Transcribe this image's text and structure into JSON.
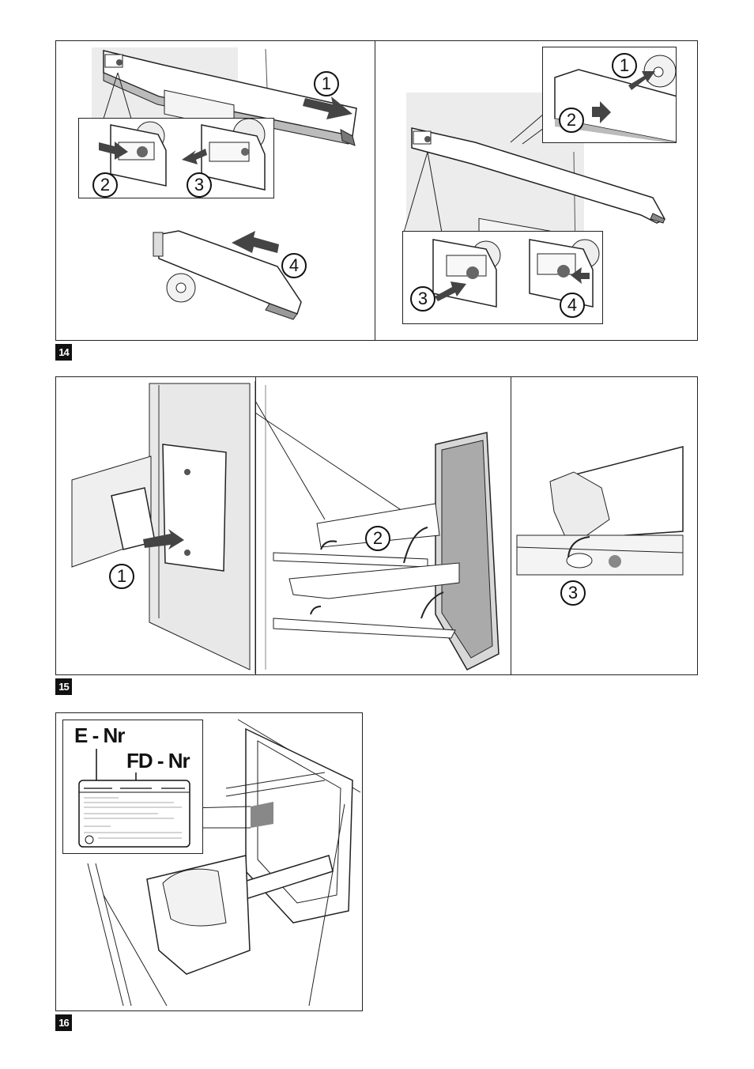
{
  "figures": [
    {
      "id": "fig14",
      "badge": "14",
      "steps_left": [
        "1",
        "2",
        "3",
        "4"
      ],
      "steps_right": [
        "1",
        "2",
        "3",
        "4"
      ]
    },
    {
      "id": "fig15",
      "badge": "15",
      "steps": [
        "1",
        "2",
        "3"
      ]
    },
    {
      "id": "fig16",
      "badge": "16",
      "labels": {
        "e_nr": "E - Nr",
        "fd_nr": "FD - Nr"
      }
    }
  ]
}
